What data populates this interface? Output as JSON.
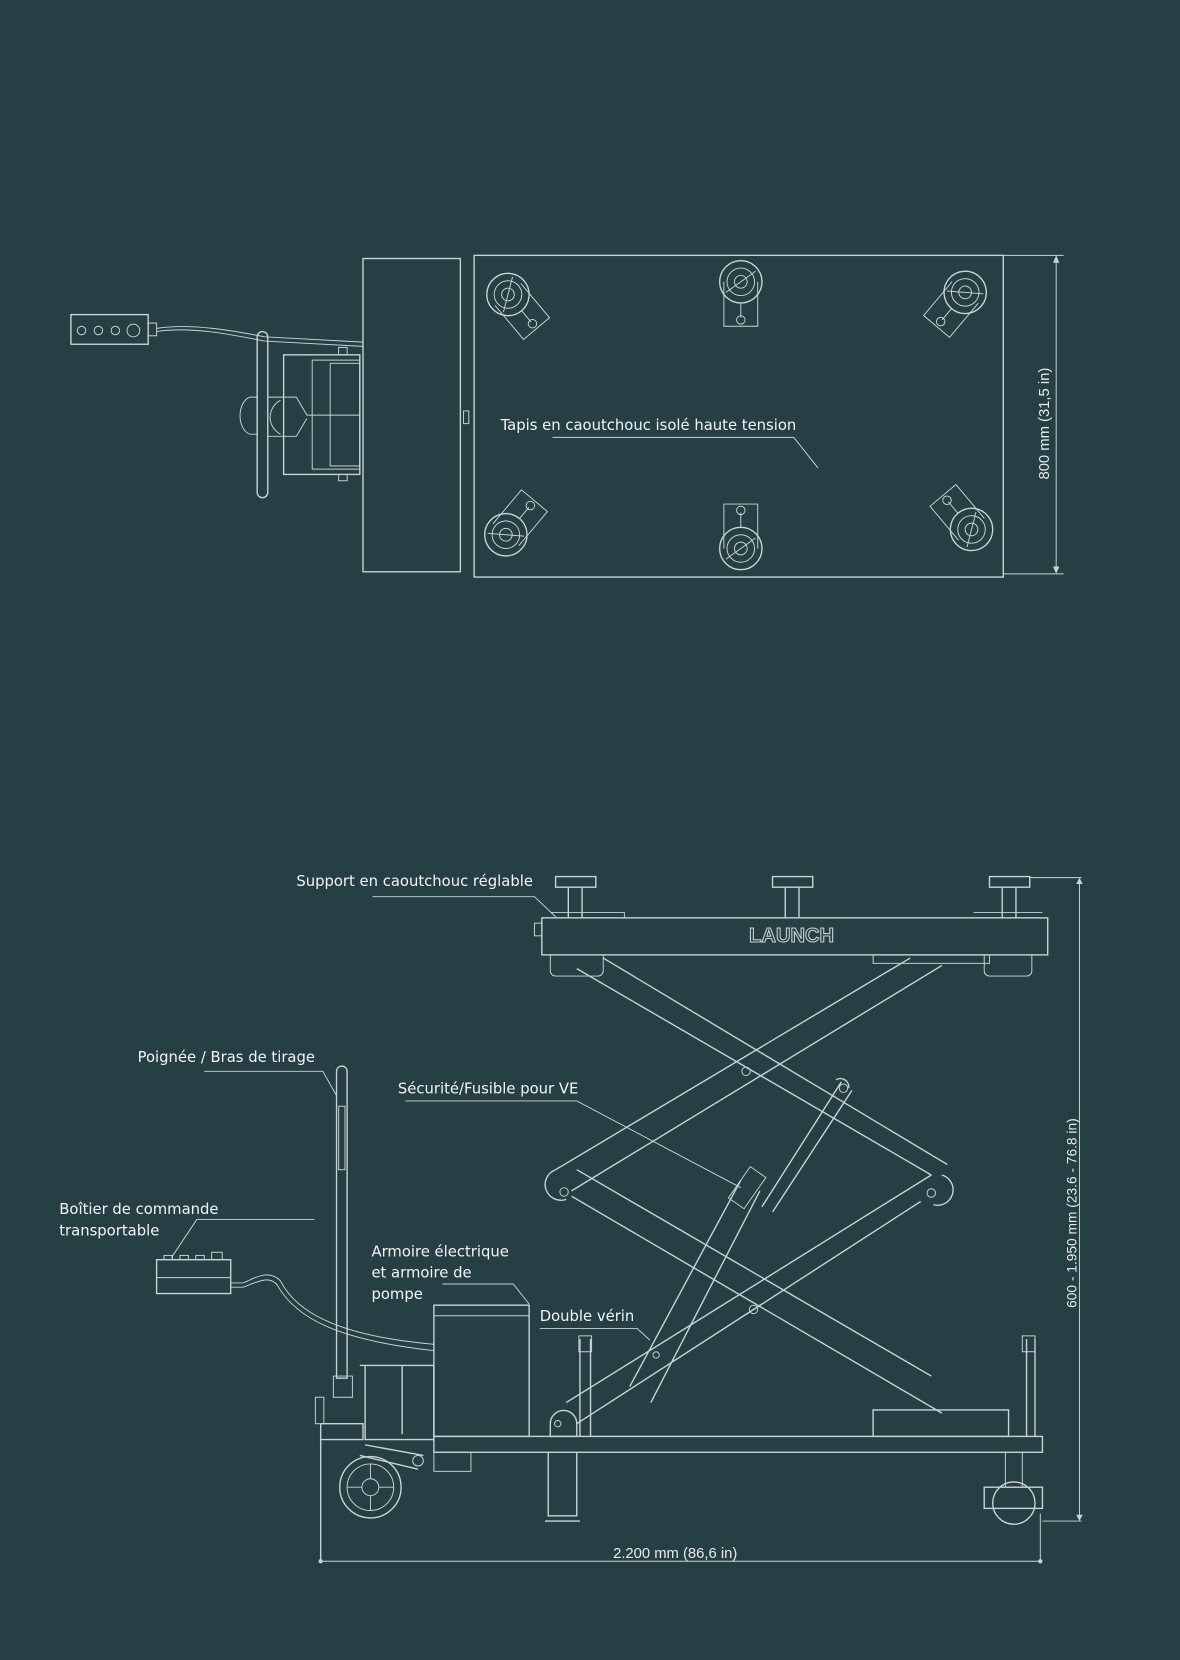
{
  "colors": {
    "background": "#263f44",
    "line": "#c9d5d5",
    "text": "#f2f5f5"
  },
  "top_view": {
    "label_mat": "Tapis en caoutchouc isolé haute tension",
    "dimension_width": "800 mm (31,5 in)"
  },
  "side_view": {
    "brand": "LAUNCH",
    "label_support": "Support en caoutchouc réglable",
    "label_handle": "Poignée / Bras de tirage",
    "label_fuse": "Sécurité/Fusible pour VE",
    "label_control_box": [
      "Boîtier de commande",
      "transportable"
    ],
    "label_cabinet": [
      "Armoire électrique",
      "et armoire de",
      "pompe"
    ],
    "label_cylinder": "Double vérin",
    "dimension_height": "600 - 1.950 mm (23.6 - 76.8 in)",
    "dimension_length": "2.200 mm (86,6 in)"
  }
}
